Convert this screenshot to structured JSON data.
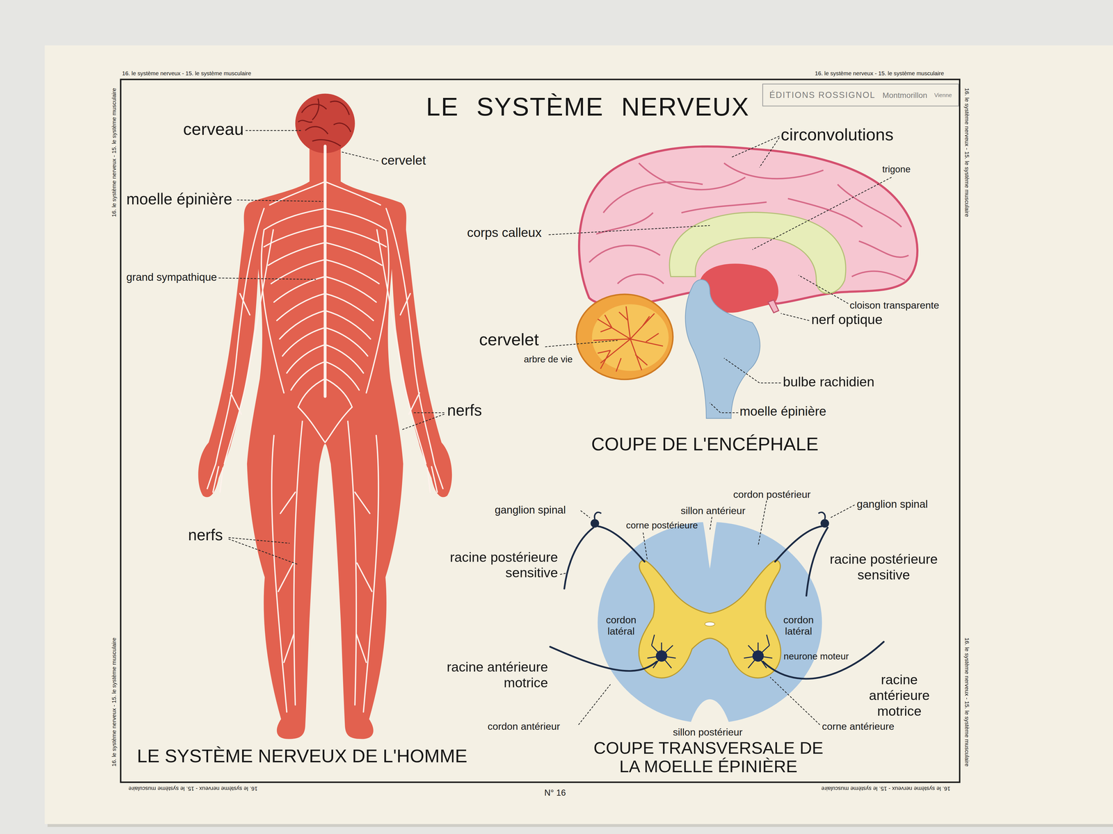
{
  "diagram": {
    "title": "LE SYSTÈME NERVEUX",
    "nodes": [
      {
        "text": [
          "ÉDITIONS ROSSIGNOL",
          "Montmorillon",
          "Vienne"
        ]
      }
    ],
    "labels": [
      "16. le système nerveux - 15. le système musculaire",
      "16. le système nerveux - 15. le système musculaire",
      "16. le système nerveux - 15. le système musculaire",
      "16. le système nerveux - 15. le système musculaire",
      "16. le système nerveux - 15. le système musculaire",
      "16. le système nerveux - 15. le système musculaire",
      "16. le système nerveux - 15. le système musculaire",
      "16. le système nerveux - 15. le système musculaire",
      "cerveau",
      "cervelet",
      "moelle épinière",
      "grand sympathique",
      "nerfs",
      "nerfs",
      "LE SYSTÈME NERVEUX DE L'HOMME",
      "circonvolutions",
      "trigone",
      "corps calleux",
      "cloison transparente",
      "nerf optique",
      "cervelet",
      "arbre de vie",
      "bulbe rachidien",
      "moelle épinière",
      "COUPE DE L'ENCÉPHALE",
      "ganglion spinal",
      "sillon antérieur",
      "cordon postérieur",
      "ganglion spinal",
      "corne postérieure",
      "racine postérieure sensitive",
      "racine postérieure sensitive",
      "cordon latéral",
      "cordon latéral",
      "neurone moteur",
      "racine antérieure motrice",
      "racine antérieure motrice",
      "cordon antérieur",
      "sillon postérieur",
      "corne antérieure",
      "COUPE TRANSVERSALE DE LA MOELLE ÉPINIÈRE",
      "N° 16"
    ]
  }
}
